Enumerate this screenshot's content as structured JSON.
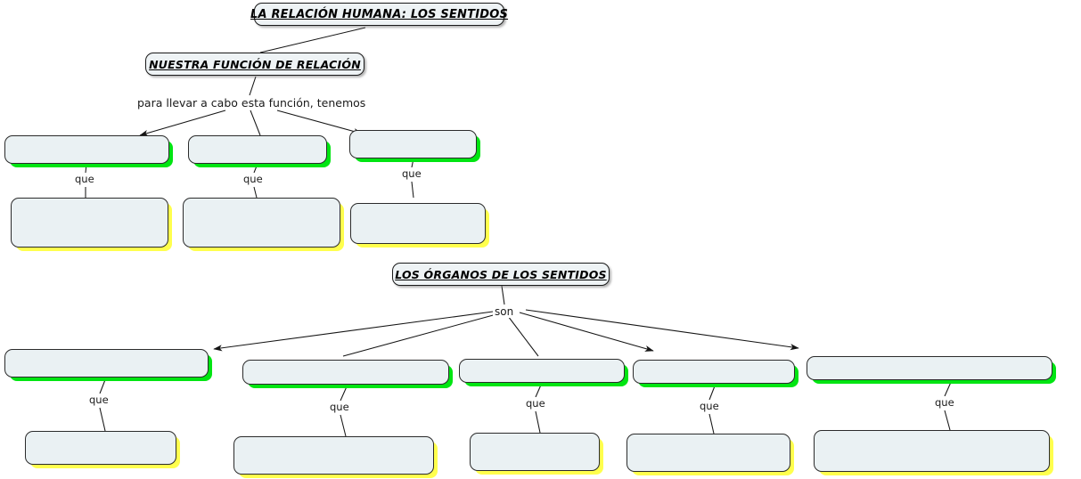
{
  "diagram": {
    "title": "LA RELACIÓN HUMANA: LOS SENTIDOS",
    "type": "concept-map",
    "headings": {
      "root": "LA RELACIÓN HUMANA: LOS SENTIDOS",
      "section_one": "NUESTRA FUNCIÓN DE RELACIÓN",
      "section_two": "LOS ÓRGANOS DE LOS SENTIDOS"
    },
    "edge_labels": {
      "funcion_phrase": "para llevar a cabo esta función, tenemos",
      "son": "son",
      "que": "que"
    },
    "section_one_nodes": {
      "level_one": [
        {
          "id": "s1-a",
          "text": "",
          "shadow": "#00e512"
        },
        {
          "id": "s1-b",
          "text": "",
          "shadow": "#00e512"
        },
        {
          "id": "s1-c",
          "text": "",
          "shadow": "#00e512"
        }
      ],
      "level_two": [
        {
          "id": "s1-a2",
          "text": "",
          "shadow": "#ffff4d"
        },
        {
          "id": "s1-b2",
          "text": "",
          "shadow": "#ffff4d"
        },
        {
          "id": "s1-c2",
          "text": "",
          "shadow": "#ffff4d"
        }
      ]
    },
    "section_two_nodes": {
      "level_one": [
        {
          "id": "s2-a",
          "text": "",
          "shadow": "#00e512"
        },
        {
          "id": "s2-b",
          "text": "",
          "shadow": "#00e512"
        },
        {
          "id": "s2-c",
          "text": "",
          "shadow": "#00e512"
        },
        {
          "id": "s2-d",
          "text": "",
          "shadow": "#00e512"
        },
        {
          "id": "s2-e",
          "text": "",
          "shadow": "#00e512"
        }
      ],
      "level_two": [
        {
          "id": "s2-a2",
          "text": "",
          "shadow": "#ffff4d"
        },
        {
          "id": "s2-b2",
          "text": "",
          "shadow": "#ffff4d"
        },
        {
          "id": "s2-c2",
          "text": "",
          "shadow": "#ffff4d"
        },
        {
          "id": "s2-d2",
          "text": "",
          "shadow": "#ffff4d"
        },
        {
          "id": "s2-e2",
          "text": "",
          "shadow": "#ffff4d"
        }
      ]
    },
    "colors": {
      "node_fill": "#eaf1f3",
      "node_border": "#2b2b2b",
      "shadow_green": "#00e512",
      "shadow_yellow": "#ffff4d",
      "pill_fill": "#eef3f5",
      "line": "#1a1a1a",
      "background": "#ffffff"
    }
  }
}
